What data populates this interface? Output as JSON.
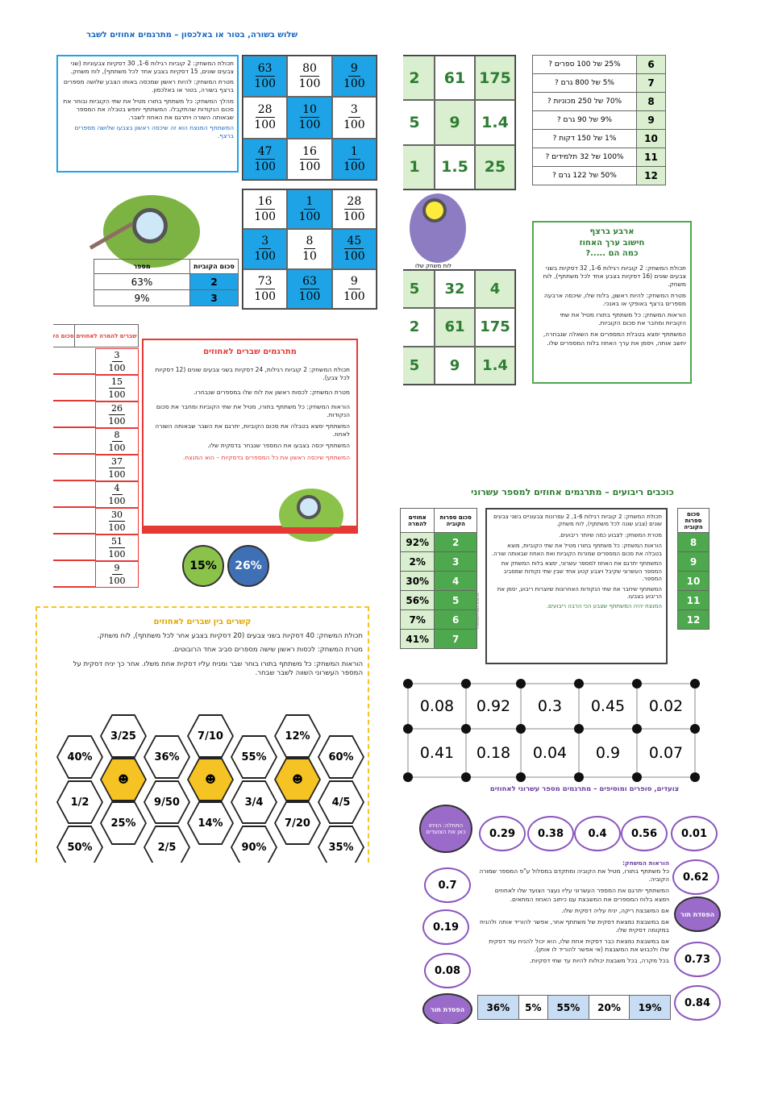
{
  "colors": {
    "blue": "#1ea4e6",
    "green": "#4ea84e",
    "red": "#e53935",
    "purple": "#9b6bc9",
    "yellow": "#f6c325"
  },
  "card1": {
    "title": "שלוש בשורה, בטור או באלכסון – מתרגמים אחוזים לשבר",
    "instructions": [
      "תכולת המשחק: 2 קוביות רגילות 1-6, 30 דסקיות צבעוניות (שני צבעים שונים, 15 דסקיות בצבע אחד לכל משתתף), לוח משחק.",
      "מטרת המשחק: להיות ראשון שמכסה באותו הצבע שלושה מספרים ברצף בשורה, בטור או באלכסון.",
      "מהלך המשחק: כל משתתף בתורו מטיל את שתי הקוביות ובוחר את סכום הנקודות שהתקבלו. המשתתף יחפש בטבלה את המספר שבאותה השורה ויתרגם את האחוז לשבר.",
      "המשתתף המנצח הוא זה שיכסה ראשון בצבעו שלושה מספרים ברצף."
    ],
    "grid": [
      [
        {
          "n": "63",
          "d": "100"
        },
        {
          "n": "80",
          "d": "100"
        },
        {
          "n": "9",
          "d": "100"
        }
      ],
      [
        {
          "n": "28",
          "d": "100"
        },
        {
          "n": "10",
          "d": "100"
        },
        {
          "n": "3",
          "d": "100"
        }
      ],
      [
        {
          "n": "47",
          "d": "100"
        },
        {
          "n": "16",
          "d": "100"
        },
        {
          "n": "1",
          "d": "100"
        }
      ]
    ],
    "grid2": [
      [
        {
          "n": "16",
          "d": "100"
        },
        {
          "n": "1",
          "d": "100"
        },
        {
          "n": "28",
          "d": "100"
        }
      ],
      [
        {
          "n": "3",
          "d": "100"
        },
        {
          "n": "8",
          "d": "10"
        },
        {
          "n": "45",
          "d": "100"
        }
      ],
      [
        {
          "n": "73",
          "d": "100"
        },
        {
          "n": "63",
          "d": "100"
        },
        {
          "n": "9",
          "d": "100"
        }
      ]
    ],
    "table_headers": [
      "סכום הקוביות",
      "מספר"
    ],
    "table_rows": [
      [
        "2",
        "63%"
      ],
      [
        "3",
        "9%"
      ]
    ]
  },
  "card2": {
    "rows": [
      {
        "num": "6",
        "text": "25% של 100 ספרים ?"
      },
      {
        "num": "7",
        "text": "5% של 800 גרם ?"
      },
      {
        "num": "8",
        "text": "70% של 250 מכוניות ?"
      },
      {
        "num": "9",
        "text": "9% של 90 גרם ?"
      },
      {
        "num": "10",
        "text": "1% של 150 דקות ?"
      },
      {
        "num": "11",
        "text": "100% של 32 תלמידים ?"
      },
      {
        "num": "12",
        "text": "50% של 122 גרם ?"
      }
    ],
    "grid_top": [
      [
        "2",
        "61",
        "175"
      ],
      [
        "5",
        "9",
        "1.4"
      ],
      [
        "1",
        "1.5",
        "25"
      ]
    ],
    "grid_bottom": [
      [
        "5",
        "32",
        "4"
      ],
      [
        "2",
        "61",
        "175"
      ],
      [
        "5",
        "9",
        "1.4"
      ]
    ],
    "box_title": "ארבע ברצף\nחישוב ערך האחוז\nכמה הם .....?",
    "box_text": [
      "תכולת המשחק: 2 קוביות רגילות 1-6, 32 דסקיות בשני צבעים שונים (16 דסקיות בצבע אחד לכל משתתף), לוח משחק.",
      "מטרת המשחק: להיות ראשון, בלוח שלו, שיכסה ארבעה מספרים ברצף באופקי או באנכי.",
      "הוראות המשחק: כל משתתף בתורו מטיל את שתי הקוביות ומחבר את סכום הקוביות.",
      "המשתתף ימצא בטבלת המספרים את השאלה שנבחרה, יחשב אותה, ויסמן את ערך האחוז בלוח המספרים שלו.",
      "לוח משחק שלו"
    ]
  },
  "card3": {
    "title": "מתרגמים שברים לאחוזים",
    "instructions": [
      "תכולת המשחק: 2 קוביות רגילות, 24 דסקיות בשני צבעים שונים (12 דסקיות לכל צבע).",
      "מטרת המשחק: לכסות ראשון את לוח שלו במספרים שנבחרו.",
      "הוראות המשחק: כל משתתף בתורו, מטיל את שתי הקוביות ומחבר את סכום הנקודות.",
      "המשתתף ימצא בטבלה את סכום הקוביות, יתרגם את השבר שבאותה השורה לאחוז.",
      "המשתתף יכסה בצבעו את המספר שנבחר בדסקית שלו.",
      "המשתתף שיכסה ראשון את כל המספרים בדסקיות – הוא המנצח."
    ],
    "headers": [
      "שברים להמרה לאחוזים",
      "סכום הקוביות"
    ],
    "fracs": [
      [
        "3",
        "100"
      ],
      [
        "15",
        "100"
      ],
      [
        "26",
        "100"
      ],
      [
        "8",
        "100"
      ],
      [
        "37",
        "100"
      ],
      [
        "4",
        "100"
      ],
      [
        "30",
        "100"
      ],
      [
        "51",
        "100"
      ],
      [
        "9",
        "100"
      ]
    ],
    "circles": [
      "15%",
      "26%"
    ]
  },
  "card4": {
    "title": "כוכבים ריבועים – מתרגמים אחוזים למספר עשרוני",
    "headers": [
      "סכום ספרות הקוביה",
      "אחוזים להמרה"
    ],
    "rows": [
      [
        "2",
        "92%"
      ],
      [
        "3",
        "2%"
      ],
      [
        "4",
        "30%"
      ],
      [
        "5",
        "56%"
      ],
      [
        "6",
        "7%"
      ],
      [
        "7",
        "41%"
      ]
    ],
    "side_nums": [
      "8",
      "9",
      "10",
      "11",
      "12"
    ],
    "side_header": "סכום ספרות הקוביה",
    "instructions": [
      "תכולת המשחק: 2 קוביות רגילות 1-6, 2 עפרונות צבעוניים בשני צבעים שונים (צבע שונה לכל משתתף), לוח משחק.",
      "מטרת המשחק: לצבוע כמה שיותר ריבועים.",
      "הוראות המשחק: כל משתתף בתורו מטיל את שתי הקוביות, מוצא בטבלה את סכום המספרים שמורות הקוביות ואת האחוז שבאותה שורה.",
      "המשתתף יתרגם את האחוז למספר עשרוני, ימצא בלוח המשחק את המספר העשרוני שקיבל ויצבע קטע אחד שבין שתי נקודות שמסביב המספר.",
      "המשתתף שיחבר את שתי הנקודות האחרונות שיוצרות ריבוע, יסמן את הריבוע בצבעו.",
      "המנצח יהיה המשתתף שצבע הכי הרבה ריבועים."
    ],
    "credit": "rikiamar.co.il",
    "grid": [
      [
        "0.08",
        "0.92",
        "0.3",
        "0.45",
        "0.02"
      ],
      [
        "0.41",
        "0.18",
        "0.04",
        "0.9",
        "0.07"
      ]
    ]
  },
  "card5": {
    "title": "קשרים בין שברים לאחוזים",
    "instructions": [
      "תכולת המשחק: 40 דסקיות בשני צבעים (20 דסקיות בצבע אחר לכל משתתף), לוח משחק.",
      "מטרת המשחק: לכסות ראשון שישה מספרים סביב אחד הרובוטים.",
      "הוראות המשחק: כל משתתף בתורו בוחר שבר ומניח עליו דסקית אחת משלו. אחר כך יניח דסקית על המספר העשרוני השווה לשבר שבחר."
    ],
    "hexes": [
      "40%",
      "3/25",
      "36%",
      "7/10",
      "55%",
      "12%",
      "60%",
      "1/2",
      "9/50",
      "3/4",
      "4/5",
      "25%",
      "14%",
      "7/20",
      "50%",
      "2/5",
      "90%",
      "35%"
    ]
  },
  "card6": {
    "title": "צועדים, סופרים ומוסיפים – מתרגמים מספר עשרוני לאחוזים",
    "start": "התחלה: הניחו כאן את הצועדים",
    "ovals_top": [
      "0.29",
      "0.38",
      "0.4",
      "0.56",
      "0.01"
    ],
    "ovals_left": [
      "0.7",
      "0.19",
      "0.08"
    ],
    "ovals_right": [
      "0.62",
      "0.73",
      "0.84"
    ],
    "lose_turn": "הפסדת תור",
    "instructions_title": "הוראות המשחק:",
    "instructions": [
      "כל משתתף בתורו, מטיל את הקוביה ומתקדם במסלול ע\"פ המספר שמורה הקוביה.",
      "המשתתף יתרגם את המספר העשרוני עליו נעצר הצועד שלו לאחוזים וימצא בלוח המספרים את המשבצת עם כיתוב האחוז המתאים.",
      "אם המשבצת ריקה, יניח עליה דסקית שלו.",
      "אם במשבצת נמצאת דסקית של משתתף אחר, אפשר להוריד אותה ולהניח במקומה דסקית שלו.",
      "אם במשבצת נמצאת כבר דסקית אחת שלו, הוא יכול להניח עוד דסקית שלו ולכבוש את המשבצת (אי אפשר להוריד לו אותן).",
      "בכל מקרה, בכל משבצת יכולות להיות עד שתי דסקיות."
    ],
    "bottom_cells": [
      "36%",
      "5%",
      "55%",
      "20%",
      "19%"
    ]
  }
}
